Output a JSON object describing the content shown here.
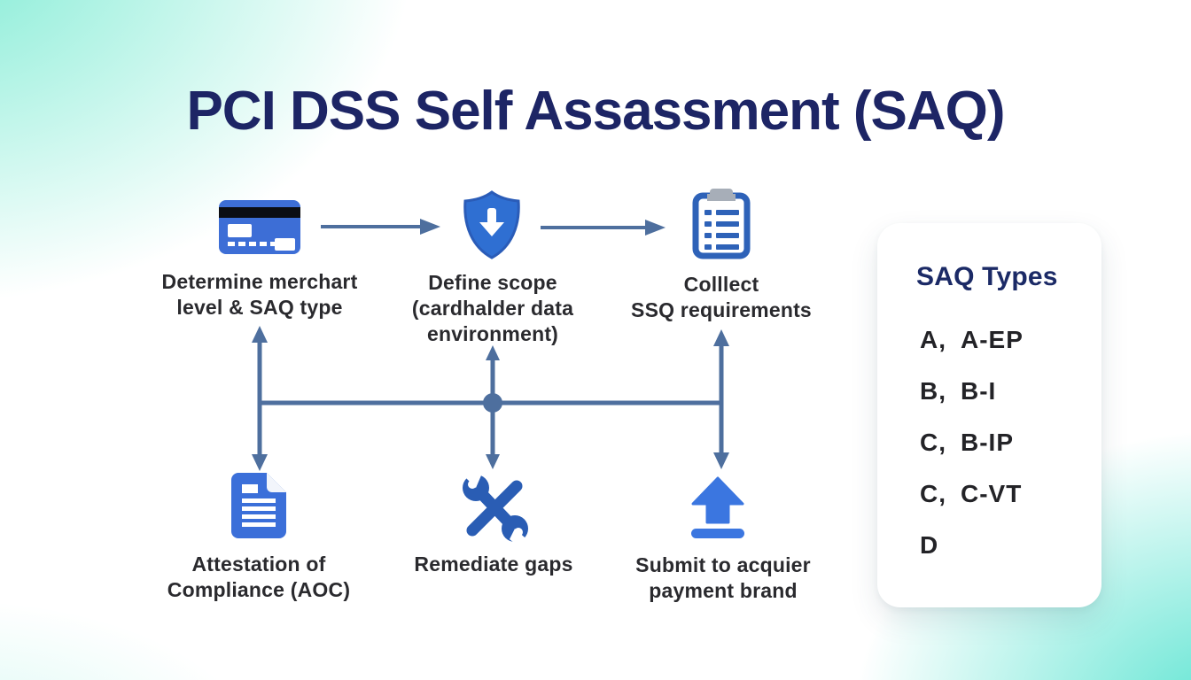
{
  "title": "PCI DSS Self Assassment (SAQ)",
  "colors": {
    "accent_blue": "#3b6fd9",
    "connector": "#4e6f9e",
    "navy_title": "#1d2565",
    "teal_bg": "#7cead8",
    "label_text": "#2a2a2e"
  },
  "flow": {
    "steps": [
      {
        "id": "determine-merchant",
        "icon": "credit-card-icon",
        "lines": [
          "Determine merchart",
          "level & SAQ type"
        ]
      },
      {
        "id": "define-scope",
        "icon": "shield-download-icon",
        "lines": [
          "Define scope",
          "(cardhalder data",
          "environment)"
        ]
      },
      {
        "id": "collect-requirements",
        "icon": "clipboard-checklist-icon",
        "lines": [
          "Colllect",
          "SSQ requirements"
        ]
      },
      {
        "id": "attestation-of-compliance",
        "icon": "document-icon",
        "lines": [
          "Attestation of",
          "Compliance (AOC)"
        ]
      },
      {
        "id": "remediate-gaps",
        "icon": "crossed-tools-icon",
        "lines": [
          "Remediate gaps"
        ]
      },
      {
        "id": "submit-to-acquirer",
        "icon": "upload-icon",
        "lines": [
          "Submit to acquier",
          "payment brand"
        ]
      }
    ]
  },
  "saq_panel": {
    "title": "SAQ Types",
    "items": [
      {
        "code": "A,",
        "name": "A-EP"
      },
      {
        "code": "B,",
        "name": "B-I"
      },
      {
        "code": "C,",
        "name": "B-IP"
      },
      {
        "code": "C,",
        "name": "C-VT"
      },
      {
        "code": "D",
        "name": ""
      }
    ]
  }
}
